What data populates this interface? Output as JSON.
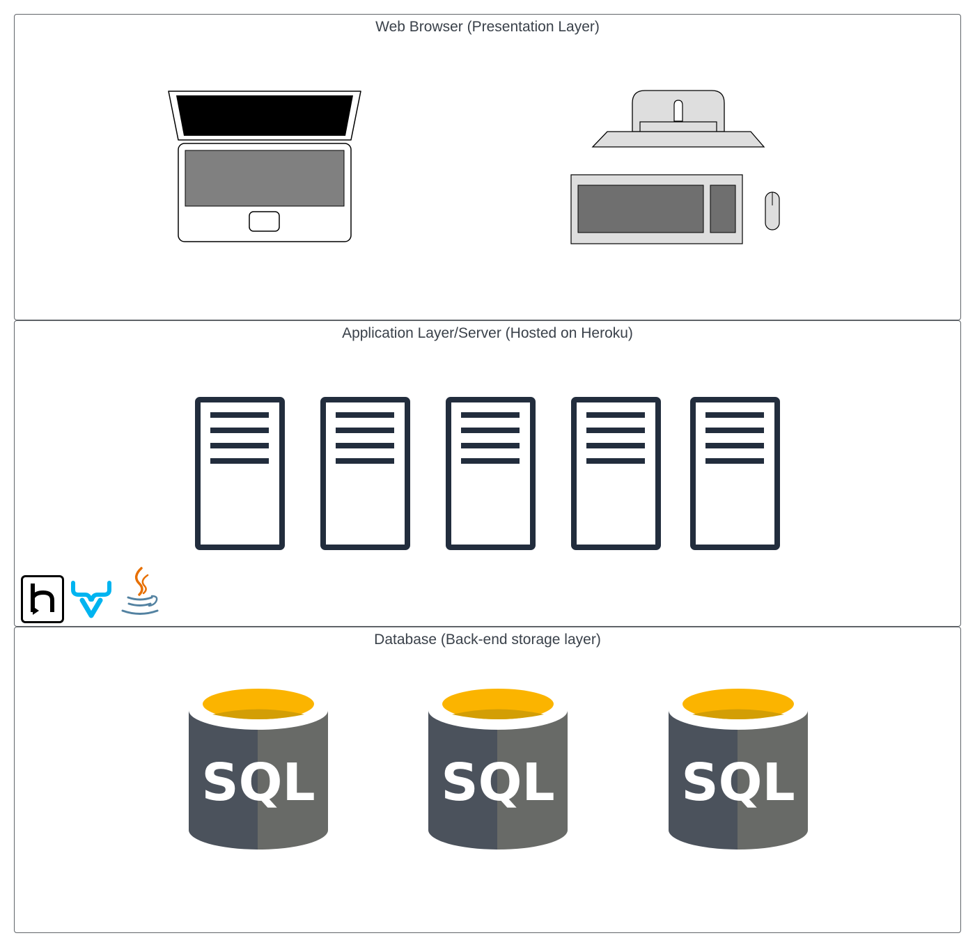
{
  "layers": {
    "presentation": {
      "title": "Web Browser (Presentation Layer)"
    },
    "application": {
      "title": "Application Layer/Server (Hosted on Heroku)"
    },
    "database": {
      "title": "Database (Back-end storage layer)"
    }
  },
  "devices": [
    "laptop-icon",
    "desktop-computer-icon"
  ],
  "servers": {
    "count": 5,
    "icon": "server-icon",
    "color": "#222d3d"
  },
  "tech_logos": [
    "heroku-logo",
    "vaadin-logo",
    "java-logo"
  ],
  "databases": {
    "icon": "sql-database-icon",
    "label": "SQL",
    "colors": {
      "left": "#4b525c",
      "right": "#686a67",
      "top": "#fbb400",
      "inner": "#d39e05"
    },
    "items": [
      {
        "label": "SQL"
      },
      {
        "label": "SQL"
      },
      {
        "label": "SQL"
      }
    ]
  }
}
